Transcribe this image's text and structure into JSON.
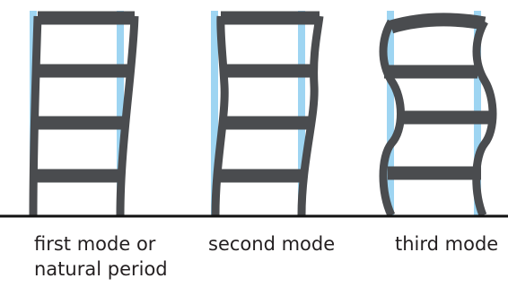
{
  "colors": {
    "frame": "#4a4c4f",
    "undeformed": "#9ed5f2",
    "ground": "#111111",
    "text": "#231f20"
  },
  "modes": [
    {
      "label_line1": "first mode or",
      "label_line2": "natural period"
    },
    {
      "label_line1": "second mode",
      "label_line2": ""
    },
    {
      "label_line1": "third mode",
      "label_line2": ""
    }
  ]
}
